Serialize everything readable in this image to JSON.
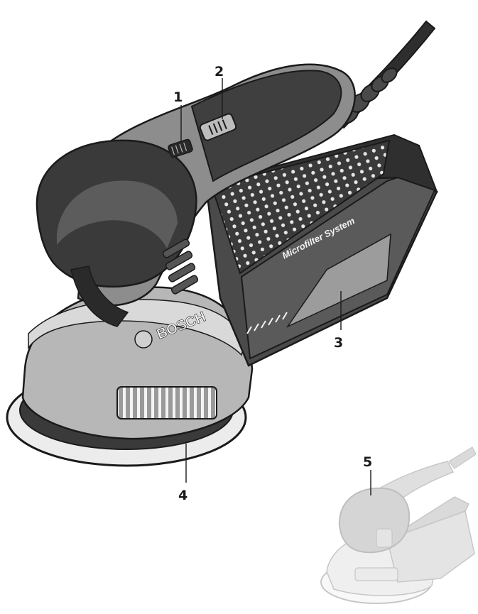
{
  "brand": "BOSCH",
  "product_label": "Microfilter System",
  "callouts": [
    {
      "label": "1",
      "part": "speed-dial"
    },
    {
      "label": "2",
      "part": "on-off-switch"
    },
    {
      "label": "3",
      "part": "dust-box"
    },
    {
      "label": "4",
      "part": "sanding-pad"
    },
    {
      "label": "5",
      "part": "palm-grip"
    }
  ],
  "colors": {
    "dark": "#3b3b3b",
    "mid": "#7a7a7a",
    "light": "#c9c9c9",
    "pad": "#ececec",
    "line": "#1a1a1a",
    "faded": "#d6d6d6"
  }
}
